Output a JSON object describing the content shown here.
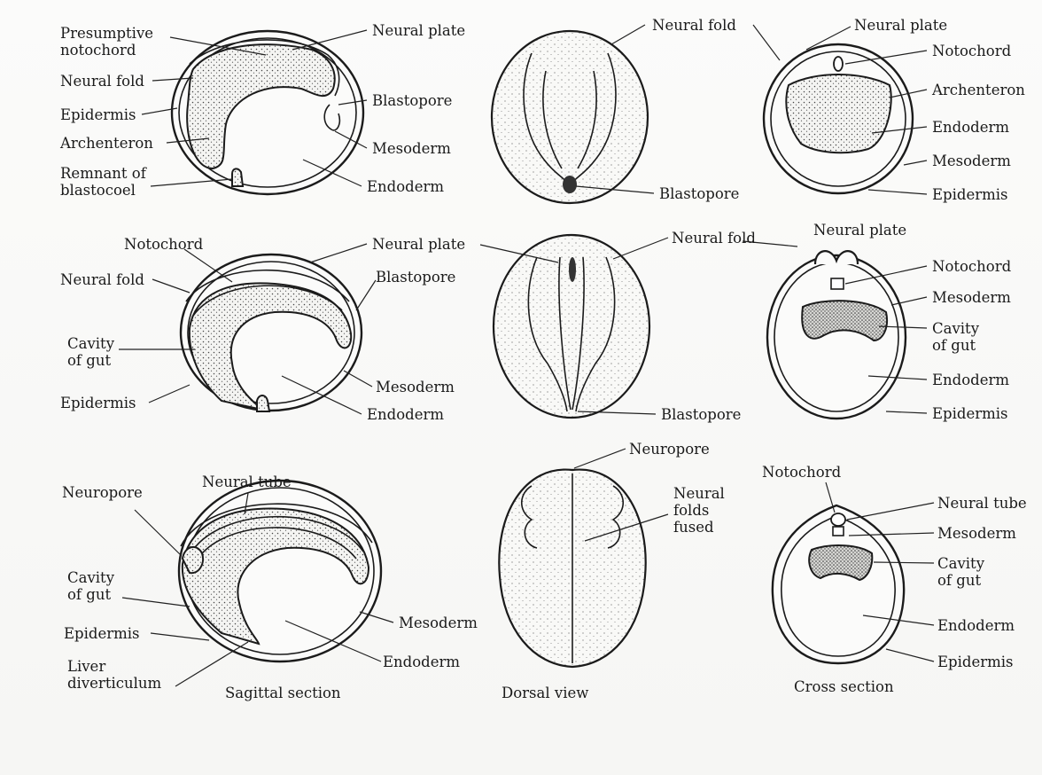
{
  "rows": [
    {
      "sagittal": {
        "presumptive_notochord": "Presumptive\nnotochord",
        "neural_fold": "Neural fold",
        "epidermis": "Epidermis",
        "archenteron": "Archenteron",
        "remnant_blastocoel": "Remnant of\nblastocoel",
        "neural_plate": "Neural plate",
        "blastopore": "Blastopore",
        "mesoderm": "Mesoderm",
        "endoderm": "Endoderm"
      },
      "dorsal": {
        "neural_fold": "Neural fold",
        "blastopore": "Blastopore"
      },
      "cross": {
        "neural_plate": "Neural plate",
        "notochord": "Notochord",
        "archenteron": "Archenteron",
        "endoderm": "Endoderm",
        "mesoderm": "Mesoderm",
        "epidermis": "Epidermis"
      }
    },
    {
      "sagittal": {
        "notochord": "Notochord",
        "neural_fold": "Neural fold",
        "cavity_of_gut": "Cavity\nof gut",
        "epidermis": "Epidermis",
        "neural_plate": "Neural plate",
        "blastopore": "Blastopore",
        "mesoderm": "Mesoderm",
        "endoderm": "Endoderm"
      },
      "dorsal": {
        "neural_fold": "Neural fold",
        "blastopore": "Blastopore"
      },
      "cross": {
        "neural_plate": "Neural plate",
        "notochord": "Notochord",
        "mesoderm": "Mesoderm",
        "cavity_of_gut": "Cavity\nof gut",
        "endoderm": "Endoderm",
        "epidermis": "Epidermis"
      }
    },
    {
      "sagittal": {
        "neuropore": "Neuropore",
        "neural_tube": "Neural tube",
        "cavity_of_gut": "Cavity\nof gut",
        "epidermis": "Epidermis",
        "liver_diverticulum": "Liver\ndiverticulum",
        "mesoderm": "Mesoderm",
        "endoderm": "Endoderm"
      },
      "dorsal": {
        "neuropore": "Neuropore",
        "neural_folds_fused": "Neural\nfolds\nfused"
      },
      "cross": {
        "notochord": "Notochord",
        "neural_tube": "Neural tube",
        "mesoderm": "Mesoderm",
        "cavity_of_gut": "Cavity\nof gut",
        "endoderm": "Endoderm",
        "epidermis": "Epidermis"
      }
    }
  ],
  "captions": {
    "sagittal": "Sagittal section",
    "dorsal": "Dorsal view",
    "cross": "Cross section"
  }
}
